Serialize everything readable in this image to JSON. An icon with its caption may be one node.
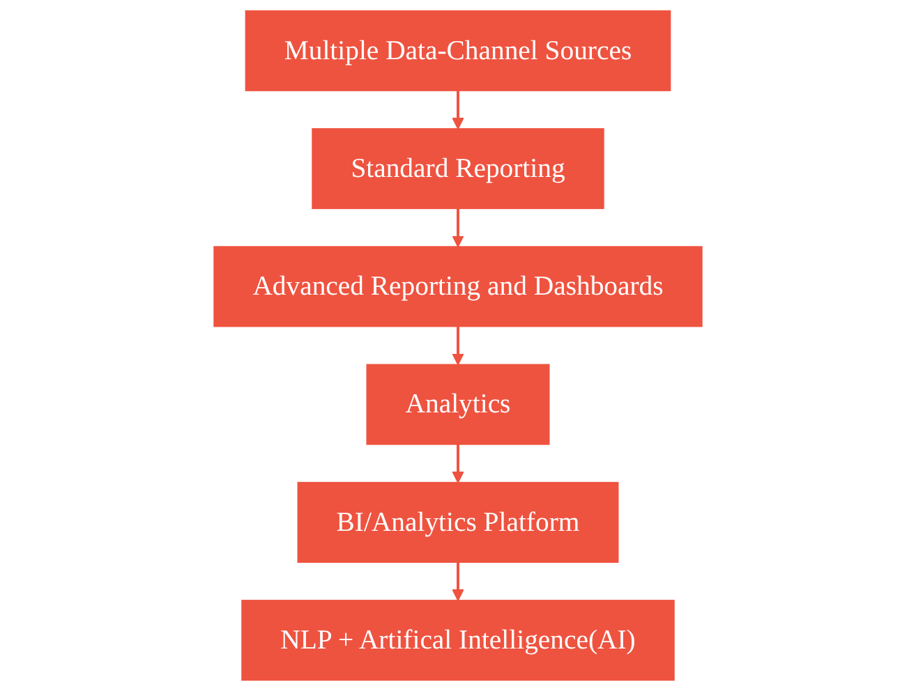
{
  "diagram": {
    "nodes": [
      {
        "text": [
          "Multiple Data-Channel Sources"
        ]
      },
      {
        "text": [
          "Standard Reporting"
        ]
      },
      {
        "text": [
          "Advanced Reporting and Dashboards"
        ]
      },
      {
        "text": [
          "Analytics"
        ]
      },
      {
        "text": [
          "BI/Analytics Platform"
        ]
      },
      {
        "text": [
          "NLP + Artifical Intelligence(AI)"
        ]
      }
    ],
    "edges": [
      {
        "from": 0,
        "to": 1,
        "arrow": "to"
      },
      {
        "from": 1,
        "to": 2,
        "arrow": "to"
      },
      {
        "from": 2,
        "to": 3,
        "arrow": "to"
      },
      {
        "from": 3,
        "to": 4,
        "arrow": "to"
      },
      {
        "from": 4,
        "to": 5,
        "arrow": "to"
      }
    ]
  }
}
